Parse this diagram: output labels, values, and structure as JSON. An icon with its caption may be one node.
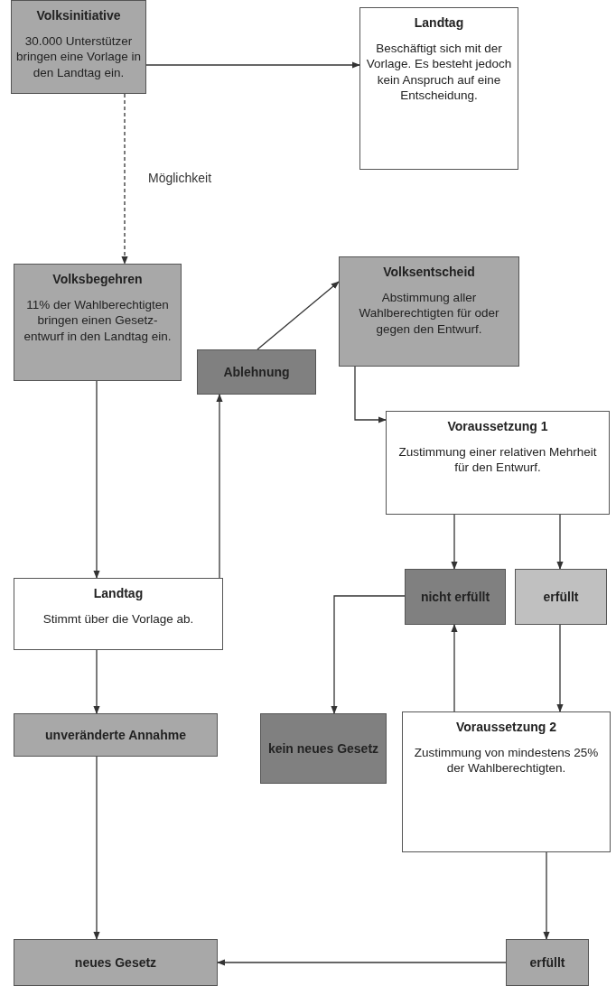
{
  "diagram": {
    "nodes": [
      {
        "text": [
          "Volksinitiative",
          "30.000 Unterstützer bringen eine Vorlage in den Landtag ein."
        ]
      },
      {
        "text": [
          "Landtag",
          "Beschäftigt sich mit der Vorlage. Es besteht jedoch kein Anspruch auf eine Entscheidung."
        ]
      },
      {
        "text": [
          "Volksbegehren",
          "11% der Wahlberechtigten bringen einen Gesetz- entwurf in den Landtag ein."
        ]
      },
      {
        "text": [
          "Volksentscheid",
          "Abstimmung aller Wahlberechtigten für oder gegen den Entwurf."
        ]
      },
      {
        "text": [
          "Ablehnung"
        ]
      },
      {
        "text": [
          "Voraussetzung 1",
          "Zustimmung einer relativen Mehrheit für den Entwurf."
        ]
      },
      {
        "text": [
          "Landtag",
          "Stimmt über die Vorlage ab."
        ]
      },
      {
        "text": [
          "nicht erfüllt"
        ]
      },
      {
        "text": [
          "erfüllt"
        ]
      },
      {
        "text": [
          "unveränderte Annahme"
        ]
      },
      {
        "text": [
          "kein neues Gesetz"
        ]
      },
      {
        "text": [
          "Voraussetzung 2",
          "Zustimmung von mindestens 25% der Wahlberechtigten."
        ]
      },
      {
        "text": [
          "erfüllt"
        ]
      },
      {
        "text": [
          "neues Gesetz"
        ]
      }
    ],
    "edges": [
      {
        "from": 0,
        "to": 1,
        "arrow": "to"
      },
      {
        "from": 0,
        "to": 2,
        "arrow": "to",
        "style": "dashed",
        "label": "Möglichkeit"
      },
      {
        "from": 2,
        "to": 6,
        "arrow": "to"
      },
      {
        "from": 6,
        "to": 4,
        "arrow": "to"
      },
      {
        "from": 4,
        "to": 3,
        "arrow": "to"
      },
      {
        "from": 3,
        "to": 5,
        "arrow": "to"
      },
      {
        "from": 5,
        "to": 7,
        "arrow": "to"
      },
      {
        "from": 5,
        "to": 8,
        "arrow": "to"
      },
      {
        "from": 11,
        "to": 7,
        "arrow": "to"
      },
      {
        "from": 7,
        "to": 10,
        "arrow": "to"
      },
      {
        "from": 8,
        "to": 11,
        "arrow": "to"
      },
      {
        "from": 6,
        "to": 9,
        "arrow": "to"
      },
      {
        "from": 9,
        "to": 13,
        "arrow": "to"
      },
      {
        "from": 11,
        "to": 12,
        "arrow": "to"
      },
      {
        "from": 12,
        "to": 13,
        "arrow": "to"
      }
    ]
  }
}
